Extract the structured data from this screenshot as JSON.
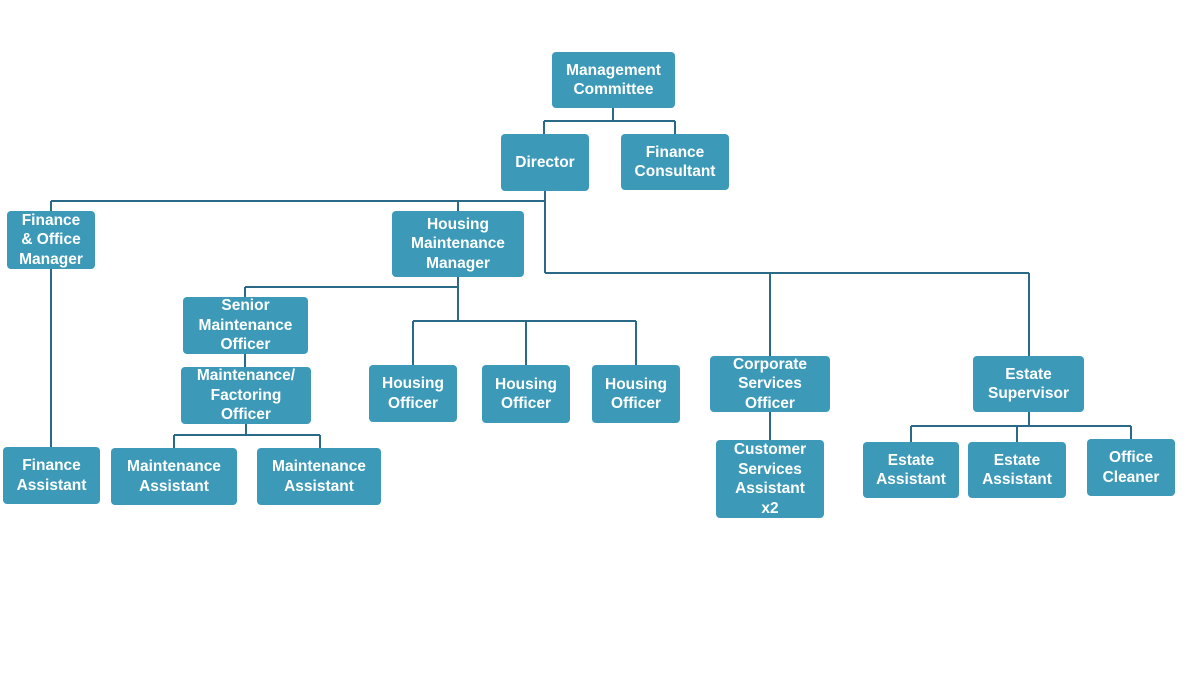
{
  "colors": {
    "box": "#3c9ab8",
    "line": "#2b6a86",
    "text": "#ffffff"
  },
  "nodes": {
    "management_committee": "Management\nCommittee",
    "director": "Director",
    "finance_consultant": "Finance\nConsultant",
    "finance_office_manager": "Finance\n& Office\nManager",
    "housing_maintenance_manager": "Housing\nMaintenance\nManager",
    "senior_maintenance_officer": "Senior\nMaintenance\nOfficer",
    "maintenance_factoring_officer": "Maintenance/\nFactoring\nOfficer",
    "housing_officer_1": "Housing\nOfficer",
    "housing_officer_2": "Housing\nOfficer",
    "housing_officer_3": "Housing\nOfficer",
    "corporate_services_officer": "Corporate\nServices\nOfficer",
    "customer_services_assistant": "Customer\nServices\nAssistant\nx2",
    "estate_supervisor": "Estate\nSupervisor",
    "finance_assistant": "Finance\nAssistant",
    "maintenance_assistant_1": "Maintenance\nAssistant",
    "maintenance_assistant_2": "Maintenance\nAssistant",
    "estate_assistant_1": "Estate\nAssistant",
    "estate_assistant_2": "Estate\nAssistant",
    "office_cleaner": "Office\nCleaner"
  }
}
